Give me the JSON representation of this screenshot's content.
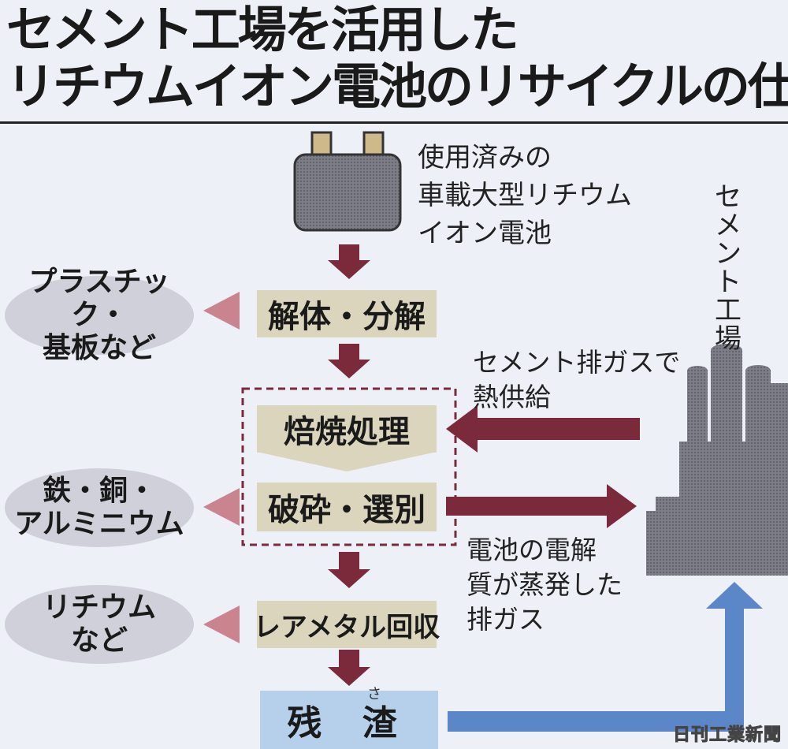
{
  "title": {
    "line1": "セメント工場を活用した",
    "line2": "リチウムイオン電池のリサイクルの仕組み"
  },
  "battery_label": "使用済みの\n車載大型リチウム\nイオン電池",
  "steps": {
    "dismantle": "解体・分解",
    "roast": "焙焼処理",
    "crush": "破砕・選別",
    "rare_metal": "レアメタル回収",
    "residue": "残 渣",
    "residue_ruby": "さ"
  },
  "outputs": {
    "plastic": "プラスチック・\n基板など",
    "metals": "鉄・銅・\nアルミニウム",
    "lithium": "リチウム\nなど"
  },
  "notes": {
    "heat": "セメント排ガスで\n熱供給",
    "exhaust": "電池の電解\n質が蒸発した\n排ガス"
  },
  "factory_label": "セメント工場",
  "publisher": "日刊工業新聞",
  "colors": {
    "flow_arrow": "#7a2a3a",
    "output_arrow": "#c9848f",
    "return_arrow": "#5b87c8",
    "box": "#dcd5bd",
    "ellipse": "#cfd0da",
    "factory": "#5c5d66"
  }
}
